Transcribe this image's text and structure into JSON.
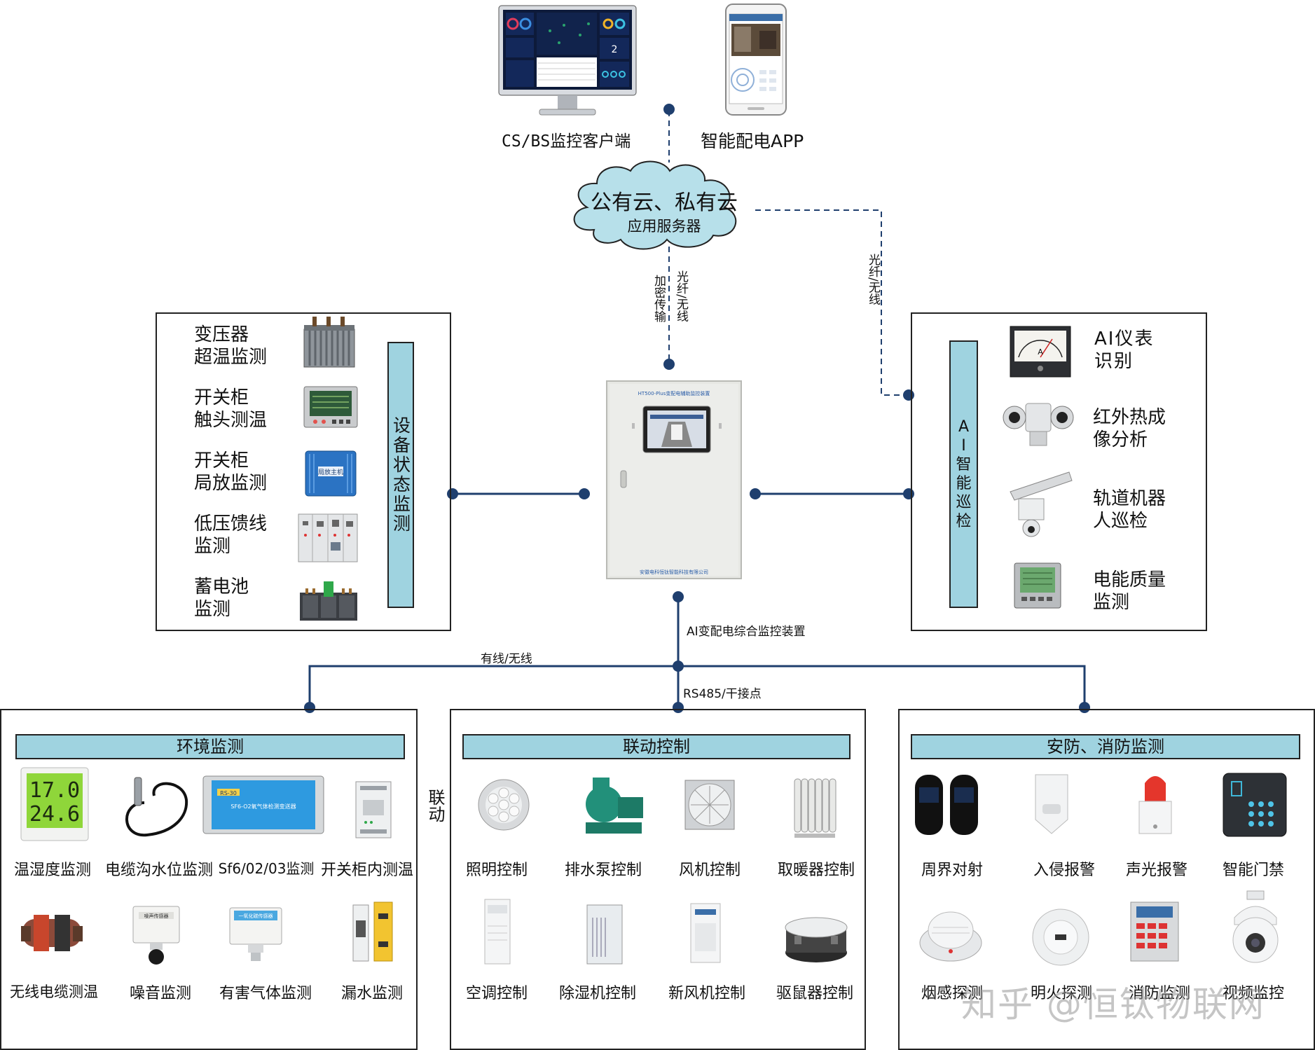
{
  "top": {
    "client_label": "CS/BS监控客户端",
    "app_label": "智能配电APP",
    "monitor_screen_value": "2"
  },
  "cloud": {
    "title": "公有云、私有云",
    "subtitle": "应用服务器"
  },
  "links": {
    "encrypted": "加密传输",
    "fiber_wireless": "光纤/无线",
    "fiber_wireless_right": "光纤/无线",
    "wired_wireless": "有线/无线",
    "rs485": "RS485/干接点",
    "linkage": "联动"
  },
  "device": {
    "caption": "AI变配电综合监控装置",
    "panel_title": "HT500-Plus变配电辅助监控装置",
    "panel_company": "安徽电科恒钛智能科技有限公司"
  },
  "equipment_monitor": {
    "title": "设备状态监测",
    "items": [
      {
        "label": "变压器\n超温监测",
        "icon": "transformer-icon"
      },
      {
        "label": "开关柜\n触头测温",
        "icon": "temperature-meter-icon"
      },
      {
        "label": "开关柜\n局放监测",
        "icon": "partial-discharge-host-icon"
      },
      {
        "label": "低压馈线\n监测",
        "icon": "low-voltage-cabinet-icon"
      },
      {
        "label": "蓄电池\n监测",
        "icon": "battery-icon"
      }
    ],
    "pd_host_text": "局放主机"
  },
  "ai_inspection": {
    "title": "AI智能巡检",
    "items": [
      {
        "label": "AI仪表\n识别",
        "icon": "ammeter-icon"
      },
      {
        "label": "红外热成\n像分析",
        "icon": "thermal-camera-icon"
      },
      {
        "label": "轨道机器\n人巡检",
        "icon": "rail-robot-icon"
      },
      {
        "label": "电能质量\n监测",
        "icon": "power-quality-meter-icon"
      }
    ],
    "ammeter_unit": "A"
  },
  "env": {
    "title": "环境监测",
    "items": [
      {
        "label": "温湿度监测",
        "icon": "thermo-hygrometer-icon"
      },
      {
        "label": "电缆沟水位监测",
        "icon": "water-level-sensor-icon"
      },
      {
        "label": "Sf6/02/03监测",
        "icon": "sf6-detector-icon"
      },
      {
        "label": "开关柜内测温",
        "icon": "cabinet-temp-sensor-icon"
      },
      {
        "label": "无线电缆测温",
        "icon": "wireless-cable-temp-icon"
      },
      {
        "label": "噪音监测",
        "icon": "noise-sensor-icon"
      },
      {
        "label": "有害气体监测",
        "icon": "gas-sensor-icon"
      },
      {
        "label": "漏水监测",
        "icon": "leak-sensor-icon"
      }
    ],
    "thermo_temp": "17.0",
    "thermo_hum": "24.6",
    "sf6_model": "RS-30",
    "sf6_text": "SF6-O2氧气体检测变送器",
    "noise_text": "噪声传感器",
    "gas_text": "一氧化碳传感器"
  },
  "linkage_ctrl": {
    "title": "联动控制",
    "items": [
      {
        "label": "照明控制",
        "icon": "light-icon"
      },
      {
        "label": "排水泵控制",
        "icon": "pump-icon"
      },
      {
        "label": "风机控制",
        "icon": "fan-icon"
      },
      {
        "label": "取暖器控制",
        "icon": "heater-icon"
      },
      {
        "label": "空调控制",
        "icon": "air-conditioner-icon"
      },
      {
        "label": "除湿机控制",
        "icon": "dehumidifier-icon"
      },
      {
        "label": "新风机控制",
        "icon": "fresh-air-icon"
      },
      {
        "label": "驱鼠器控制",
        "icon": "rodent-repeller-icon"
      }
    ]
  },
  "security": {
    "title": "安防、消防监测",
    "items": [
      {
        "label": "周界对射",
        "icon": "beam-detector-icon"
      },
      {
        "label": "入侵报警",
        "icon": "intrusion-sensor-icon"
      },
      {
        "label": "声光报警",
        "icon": "siren-icon"
      },
      {
        "label": "智能门禁",
        "icon": "access-keypad-icon"
      },
      {
        "label": "烟感探测",
        "icon": "smoke-detector-icon"
      },
      {
        "label": "明火探测",
        "icon": "flame-detector-icon"
      },
      {
        "label": "消防监测",
        "icon": "fire-panel-icon"
      },
      {
        "label": "视频监控",
        "icon": "ptz-camera-icon"
      }
    ]
  },
  "watermark": "知乎 @恒钛物联网",
  "colors": {
    "line": "#1f3f6e",
    "bar_fill": "#9fd3e0",
    "cloud_fill": "#b7e0ea"
  }
}
